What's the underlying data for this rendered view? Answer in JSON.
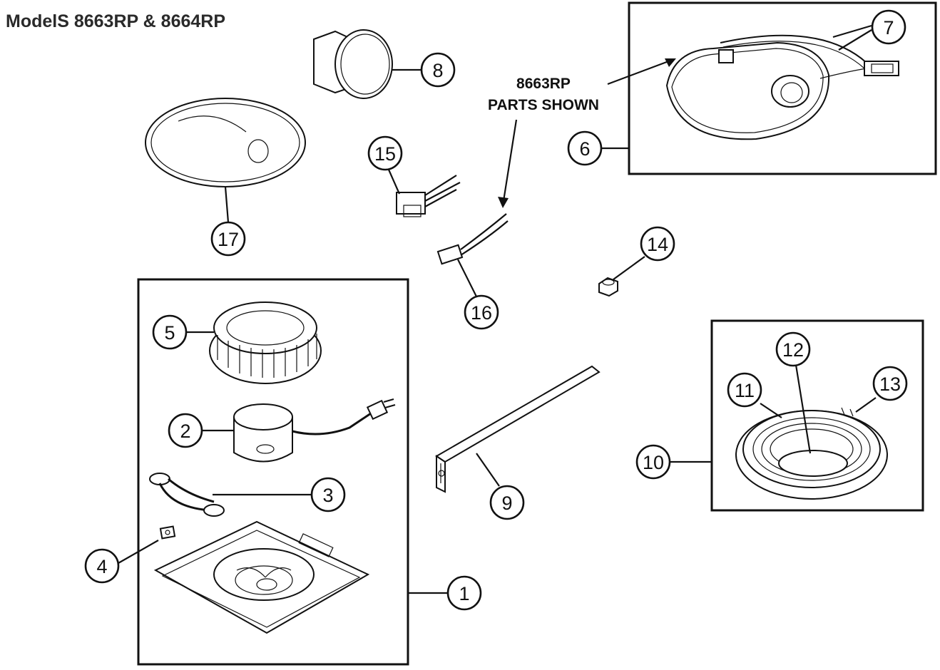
{
  "header": {
    "title": "ModelS 8663RP & 8664RP"
  },
  "note": {
    "line1": "8663RP",
    "line2": "PARTS SHOWN"
  },
  "callouts": [
    "1",
    "2",
    "3",
    "4",
    "5",
    "6",
    "7",
    "8",
    "9",
    "10",
    "11",
    "12",
    "13",
    "14",
    "15",
    "16",
    "17"
  ],
  "icons": [
    "grille-17",
    "duct-connector-8",
    "housing-6-wiring-7",
    "socket-15",
    "connector-16",
    "nut-14",
    "blower-wheel-5",
    "motor-2",
    "bracket-3",
    "nut-plate-4",
    "mounting-plate-1",
    "hanger-bar-9",
    "light-lens-grille-10"
  ]
}
